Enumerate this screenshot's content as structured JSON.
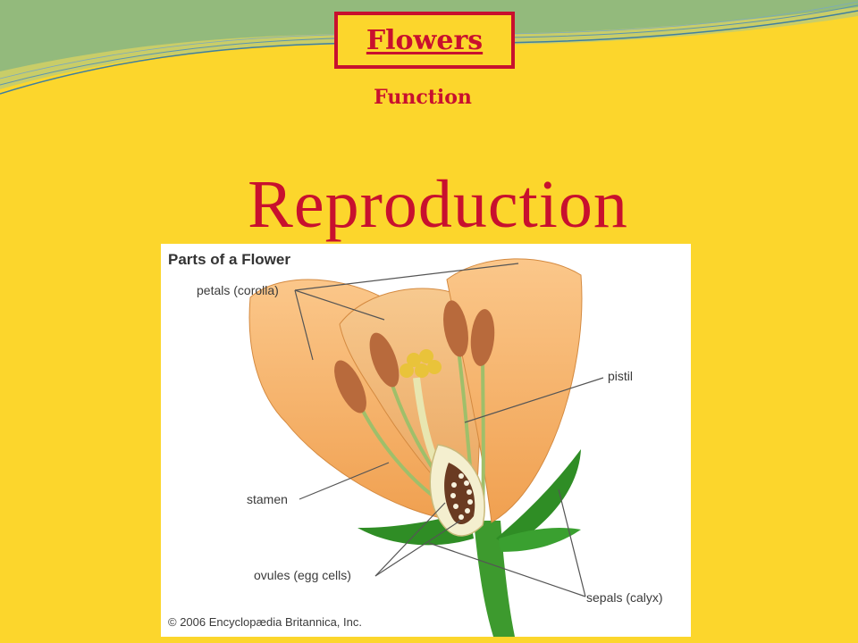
{
  "slide": {
    "title": "Flowers",
    "subtitle": "Function",
    "heading": "Reproduction"
  },
  "figure": {
    "title": "Parts of a Flower",
    "labels": {
      "petals": "petals (corolla)",
      "pistil": "pistil",
      "stamen": "stamen",
      "ovules": "ovules (egg cells)",
      "sepals": "sepals (calyx)"
    },
    "copyright": "© 2006 Encyclopædia Britannica, Inc."
  },
  "colors": {
    "background": "#fcd62c",
    "accent": "#c8102e"
  }
}
